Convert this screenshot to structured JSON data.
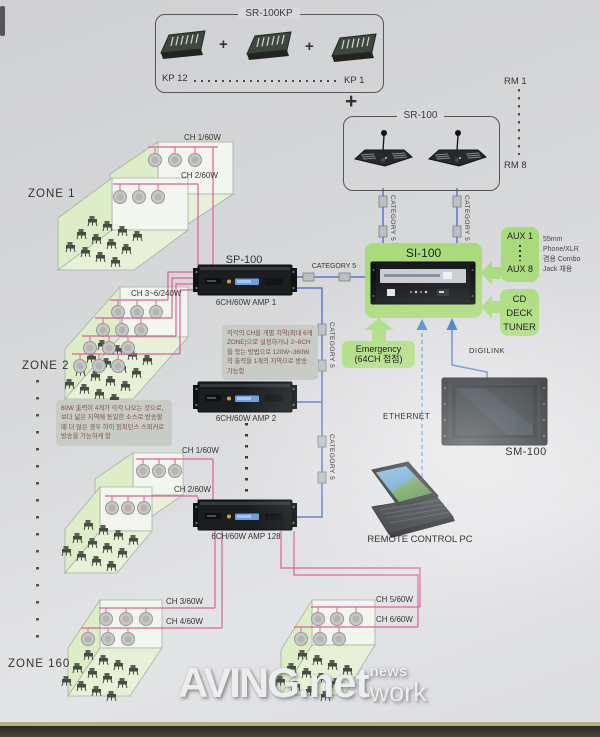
{
  "colors": {
    "accent_green": "#a9db7a",
    "cable_blue": "#5577cc",
    "speaker_pink": "#df5f99",
    "note_bg": "#c9ccc4"
  },
  "kp_group": {
    "title": "SR-100KP",
    "first": "KP 12",
    "last": "KP 1",
    "plus": "+"
  },
  "link_plus": "+",
  "remote_mics": {
    "title": "SR-100",
    "rm_first": "RM 1",
    "rm_last": "RM 8"
  },
  "cables": {
    "category5": "CATEGORY 5",
    "digilink": "DIGILINK",
    "ethernet": "ETHERNET"
  },
  "matrix": {
    "title": "SI-100"
  },
  "aux": {
    "first": "AUX 1",
    "last": "AUX 8",
    "note": [
      "55mm",
      "Phone/XLR",
      "겸용 Combo",
      "Jack 채용"
    ]
  },
  "sources": [
    "CD",
    "DECK",
    "TUNER"
  ],
  "emergency": {
    "line1": "Emergency",
    "line2": "(64CH 접점)"
  },
  "monitor": "SM-100",
  "remote_pc": "REMOTE CONTROL PC",
  "amps": {
    "series": "SP-100",
    "amp1": "6CH/60W AMP 1",
    "amp2": "6CH/60W AMP 2",
    "amp128": "6CH/60W AMP 128"
  },
  "notes": {
    "amp_capacity": "각각의 CH을 개별 지역(최대 6개 ZONE)으로 설정하거나 2~6CH을 묶는 방법으로 120W~360W의 출력을 1개의 지역으로 방송 가능함",
    "speaker_output": "60W 출력이 4개가 각각 나오는 것으로, 보다 넓은 지역에 동일한 소스로 방송할 때 더 많은 경우 하이 임피던스 스피커로 방송을 가능하게 함"
  },
  "zones": {
    "zone1": "ZONE 1",
    "zone2": "ZONE 2",
    "zone160": "ZONE 160"
  },
  "channels": {
    "ch1": "CH 1/60W",
    "ch2": "CH 2/60W",
    "ch3to6": "CH 3~6/240W",
    "ch3": "CH 3/60W",
    "ch4": "CH 4/60W",
    "ch5": "CH 5/60W",
    "ch6": "CH 6/60W"
  },
  "watermark": {
    "brand": "AVING",
    "net": ".net",
    "news": "news",
    "work": "work"
  }
}
